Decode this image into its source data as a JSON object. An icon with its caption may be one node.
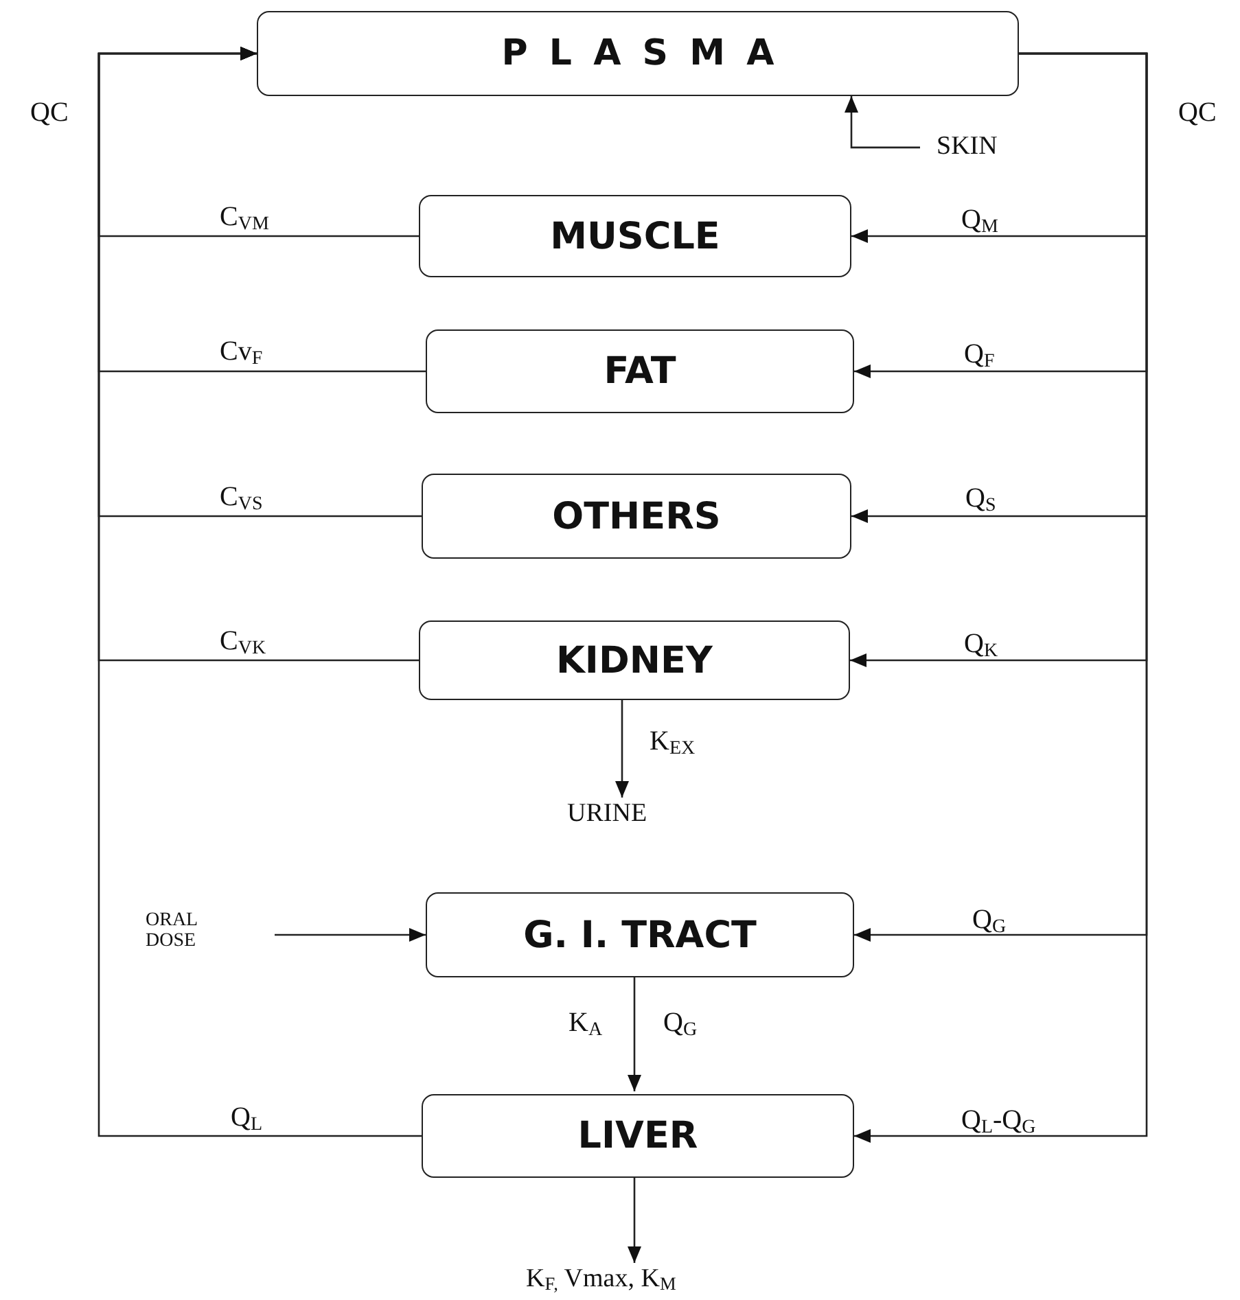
{
  "diagram": {
    "nodes": [
      {
        "text": [
          "PLASMA"
        ]
      },
      {
        "text": [
          "MUSCLE"
        ]
      },
      {
        "text": [
          "FAT"
        ]
      },
      {
        "text": [
          "OTHERS"
        ]
      },
      {
        "text": [
          "KIDNEY"
        ]
      },
      {
        "text": [
          "G. I. TRACT"
        ]
      },
      {
        "text": [
          "LIVER"
        ]
      },
      {
        "text": [
          "SKIN"
        ]
      },
      {
        "text": [
          "URINE"
        ]
      },
      {
        "text": [
          "ORAL DOSE"
        ]
      },
      {
        "text": [
          "K$_{F,}$ Vmax, K$_{M}$"
        ]
      }
    ],
    "edges": [
      {
        "from": 1,
        "to": 0,
        "arrow": "to",
        "label": "C$_{VM}$"
      },
      {
        "from": 2,
        "to": 0,
        "arrow": "to",
        "label": "Cv$_{F}$"
      },
      {
        "from": 3,
        "to": 0,
        "arrow": "to",
        "label": "C$_{VS}$"
      },
      {
        "from": 4,
        "to": 0,
        "arrow": "to",
        "label": "C$_{VK}$"
      },
      {
        "from": 6,
        "to": 0,
        "arrow": "to",
        "label": "Q$_{L}$"
      },
      {
        "from": 0,
        "to": 1,
        "arrow": "to",
        "label": "Q$_{M}$"
      },
      {
        "from": 0,
        "to": 2,
        "arrow": "to",
        "label": "Q$_{F}$"
      },
      {
        "from": 0,
        "to": 3,
        "arrow": "to",
        "label": "Q$_{S}$"
      },
      {
        "from": 0,
        "to": 4,
        "arrow": "to",
        "label": "Q$_{K}$"
      },
      {
        "from": 0,
        "to": 5,
        "arrow": "to",
        "label": "Q$_{G}$"
      },
      {
        "from": 0,
        "to": 6,
        "arrow": "to",
        "label": "Q$_{L}$-Q$_{G}$"
      },
      {
        "from": 7,
        "to": 0,
        "arrow": "to"
      },
      {
        "from": 4,
        "to": 8,
        "arrow": "to",
        "label": "K$_{EX}$"
      },
      {
        "from": 9,
        "to": 5,
        "arrow": "to"
      },
      {
        "from": 5,
        "to": 6,
        "arrow": "to",
        "label": "K$_{A}$"
      },
      {
        "from": 6,
        "to": 10,
        "arrow": "to"
      }
    ],
    "labels": [
      "QC",
      "QC",
      "Q$_{G}$"
    ]
  }
}
